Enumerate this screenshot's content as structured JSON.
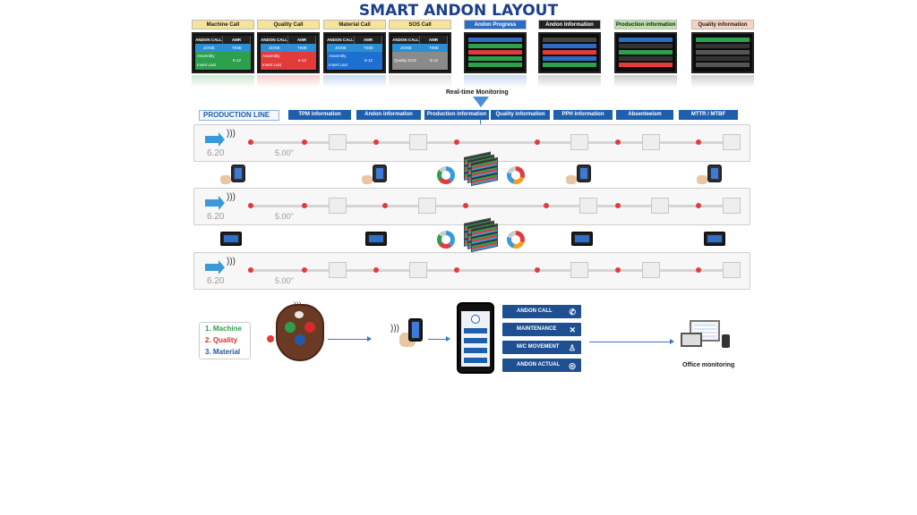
{
  "title": "SMART ANDON LAYOUT",
  "call_panels": [
    {
      "header": "Machine Call",
      "header_bg": "#f6e39a",
      "col1": "ANDON CALL",
      "col2": "AMR",
      "r2a": "ZONE",
      "r2b": "TIME",
      "r3a": "Assembly",
      "r3b": "6-12",
      "r3c": "Insert Last",
      "color": "#2ca04c"
    },
    {
      "header": "Quality Call",
      "header_bg": "#f6e39a",
      "col1": "ANDON CALL",
      "col2": "AMR",
      "r2a": "ZONE",
      "r2b": "TIME",
      "r3a": "Assembly",
      "r3b": "6-12",
      "r3c": "Insert Last",
      "color": "#e23b3b"
    },
    {
      "header": "Material Call",
      "header_bg": "#f6e39a",
      "col1": "ANDON CALL",
      "col2": "AMR",
      "r2a": "ZONE",
      "r2b": "TIME",
      "r3a": "Assembly",
      "r3b": "6-12",
      "r3c": "Insert Last",
      "color": "#1d6fd1"
    },
    {
      "header": "SOS Call",
      "header_bg": "#f6e39a",
      "col1": "ANDON CALL",
      "col2": "AMR",
      "r2a": "ZONE",
      "r2b": "TIME",
      "r3a": "Quality SOS",
      "r3b": "6-12",
      "r3c": "",
      "color": "#8a8a8a"
    }
  ],
  "info_panels": [
    {
      "header": "Andon Progress",
      "header_bg": "#2b6cc4",
      "header_color": "#ffffff"
    },
    {
      "header": "Andon Information",
      "header_bg": "#222222",
      "header_color": "#ffffff"
    },
    {
      "header": "Production information",
      "header_bg": "#b9e3a8",
      "header_color": "#1a1a1a"
    },
    {
      "header": "Quality information",
      "header_bg": "#f6d2c2",
      "header_color": "#1a1a1a"
    }
  ],
  "realtime_label": "Real-time Monitoring",
  "production_line_label": "PRODUCTION LINE",
  "tags": [
    "TPM information",
    "Andon information",
    "Production information",
    "Quality information",
    "PPH information",
    "Absenteeism",
    "MTTR / MTBF"
  ],
  "strips": [
    {
      "speed": "6.20",
      "pct": "5.00\""
    },
    {
      "speed": "6.20",
      "pct": "5.00\""
    },
    {
      "speed": "6.20",
      "pct": "5.00\""
    }
  ],
  "legend": [
    "1. Machine",
    "2. Quality",
    "3. Material"
  ],
  "menu": [
    {
      "label": "ANDON CALL",
      "icon": "phone-icon"
    },
    {
      "label": "MAINTENANCE",
      "icon": "wrench-icon"
    },
    {
      "label": "M/C MOVEMENT",
      "icon": "worker-icon"
    },
    {
      "label": "ANDON ACTUAL",
      "icon": "globe-icon"
    }
  ],
  "office_label": "Office monitoring",
  "colors": {
    "accent": "#1d5fad",
    "title": "#1c3f8c",
    "alert": "#e23b3b"
  }
}
